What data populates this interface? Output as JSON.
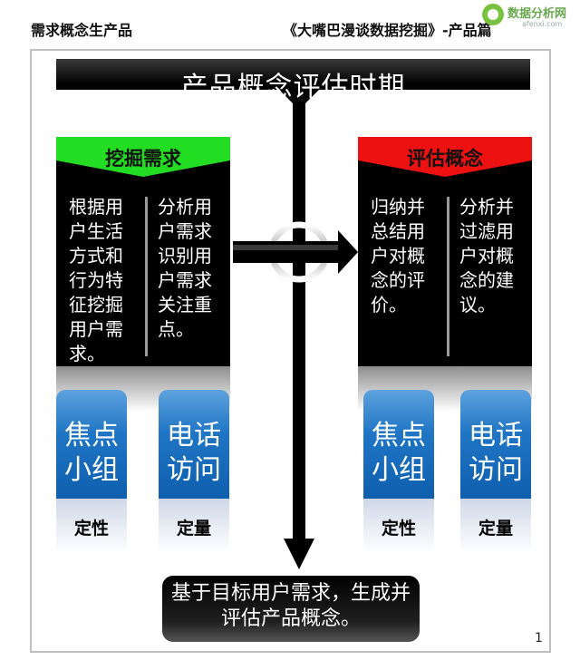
{
  "header": {
    "left_title": "需求概念生产品",
    "right_title": "《大嘴巴漫谈数据挖掘》-产品篇",
    "brand_name": "数据分析网",
    "brand_url": "afenxi.com"
  },
  "banner": {
    "title": "产品概念评估时期"
  },
  "left_panel": {
    "heading": "挖掘需求",
    "heading_color": "#22dd22",
    "col1": "根据用户生活方式和行为特征挖掘用户需求。",
    "col2": "分析用户需求识别用户需求关注重点。"
  },
  "right_panel": {
    "heading": "评估概念",
    "heading_color": "#ee1111",
    "col1": "归纳并总结用户对概念的评价。",
    "col2": "分析并过滤用户对概念的建议。"
  },
  "methods": [
    {
      "label": "焦点小组",
      "type": "定性"
    },
    {
      "label": "电话访问",
      "type": "定量"
    },
    {
      "label": "焦点小组",
      "type": "定性"
    },
    {
      "label": "电话访问",
      "type": "定量"
    }
  ],
  "summary": {
    "text": "基于目标用户需求，生成并评估产品概念。"
  },
  "page_number": "1",
  "colors": {
    "method_blue": "#1f75c4",
    "panel_black": "#000000"
  }
}
